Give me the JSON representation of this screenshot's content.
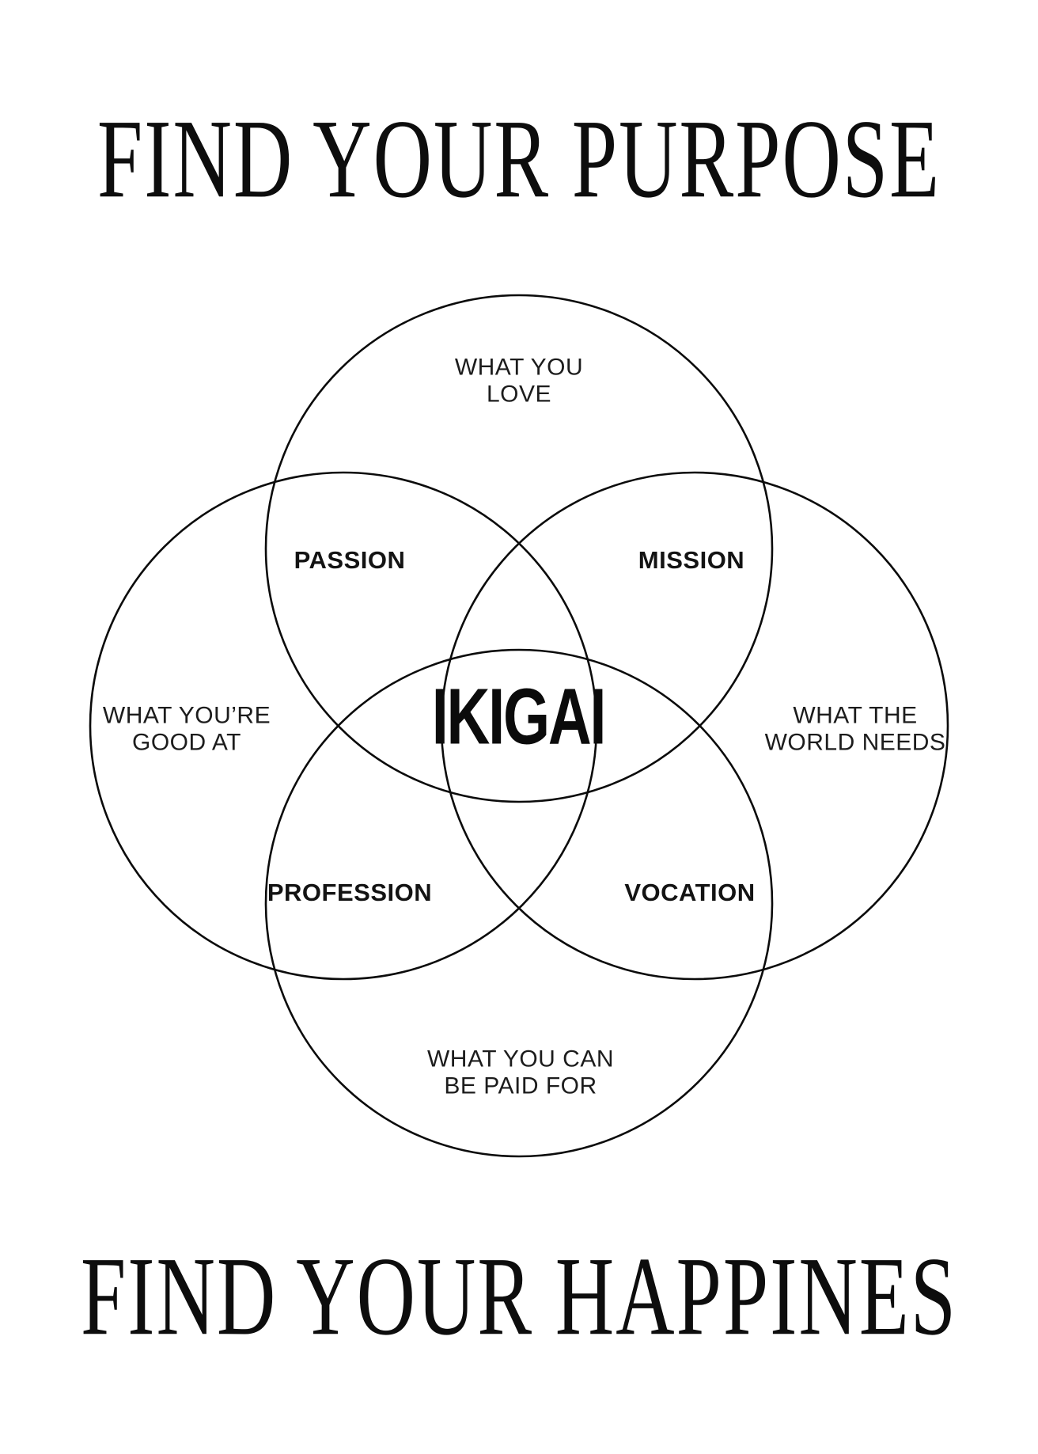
{
  "poster": {
    "header_title": "FIND YOUR PURPOSE",
    "footer_title": "FIND YOUR HAPPINES"
  },
  "diagram": {
    "type": "venn-4-circles",
    "center": {
      "label": "IKIGAI"
    },
    "circles": {
      "top": {
        "name": "what-you-love",
        "line1": "WHAT YOU",
        "line2": "LOVE"
      },
      "left": {
        "name": "what-youre-good-at",
        "line1": "WHAT YOU’RE",
        "line2": "GOOD AT"
      },
      "right": {
        "name": "what-the-world-needs",
        "line1": "WHAT THE",
        "line2": "WORLD NEEDS"
      },
      "bottom": {
        "name": "what-you-can-be-paid-for",
        "line1": "WHAT YOU CAN",
        "line2": "BE PAID FOR"
      }
    },
    "intersections": {
      "top_left": "PASSION",
      "top_right": "MISSION",
      "bottom_left": "PROFESSION",
      "bottom_right": "VOCATION"
    }
  },
  "colors": {
    "background": "#ffffff",
    "ink": "#0d0d0d",
    "circle_stroke": "#0b0b0b"
  }
}
